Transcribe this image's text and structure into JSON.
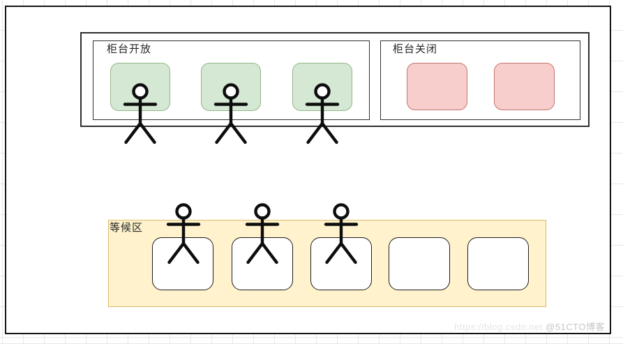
{
  "diagram": {
    "title_hint": "bank counter queueing diagram",
    "sections": {
      "counter_open": {
        "label": "柜台开放",
        "counter_count": 3,
        "counters": [
          "occupied",
          "occupied",
          "occupied"
        ],
        "fill": "#d5e8d4",
        "border": "#93b588"
      },
      "counter_closed": {
        "label": "柜台关闭",
        "counter_count": 2,
        "counters": [
          "empty",
          "empty"
        ],
        "fill": "#f8cecc",
        "border": "#c27470"
      },
      "waiting_area": {
        "label": "等候区",
        "seat_count": 5,
        "seats": [
          "occupied",
          "occupied",
          "occupied",
          "empty",
          "empty"
        ],
        "fill": "#fff2cc",
        "border": "#d8bb6b"
      }
    },
    "person_figure_count": 6,
    "figure_color": "#0d0d0d",
    "grid_color": "#e7e7e7"
  },
  "watermark": {
    "url_text": "https://blog.csdn.net",
    "handle_text": "@51CTO博客"
  }
}
